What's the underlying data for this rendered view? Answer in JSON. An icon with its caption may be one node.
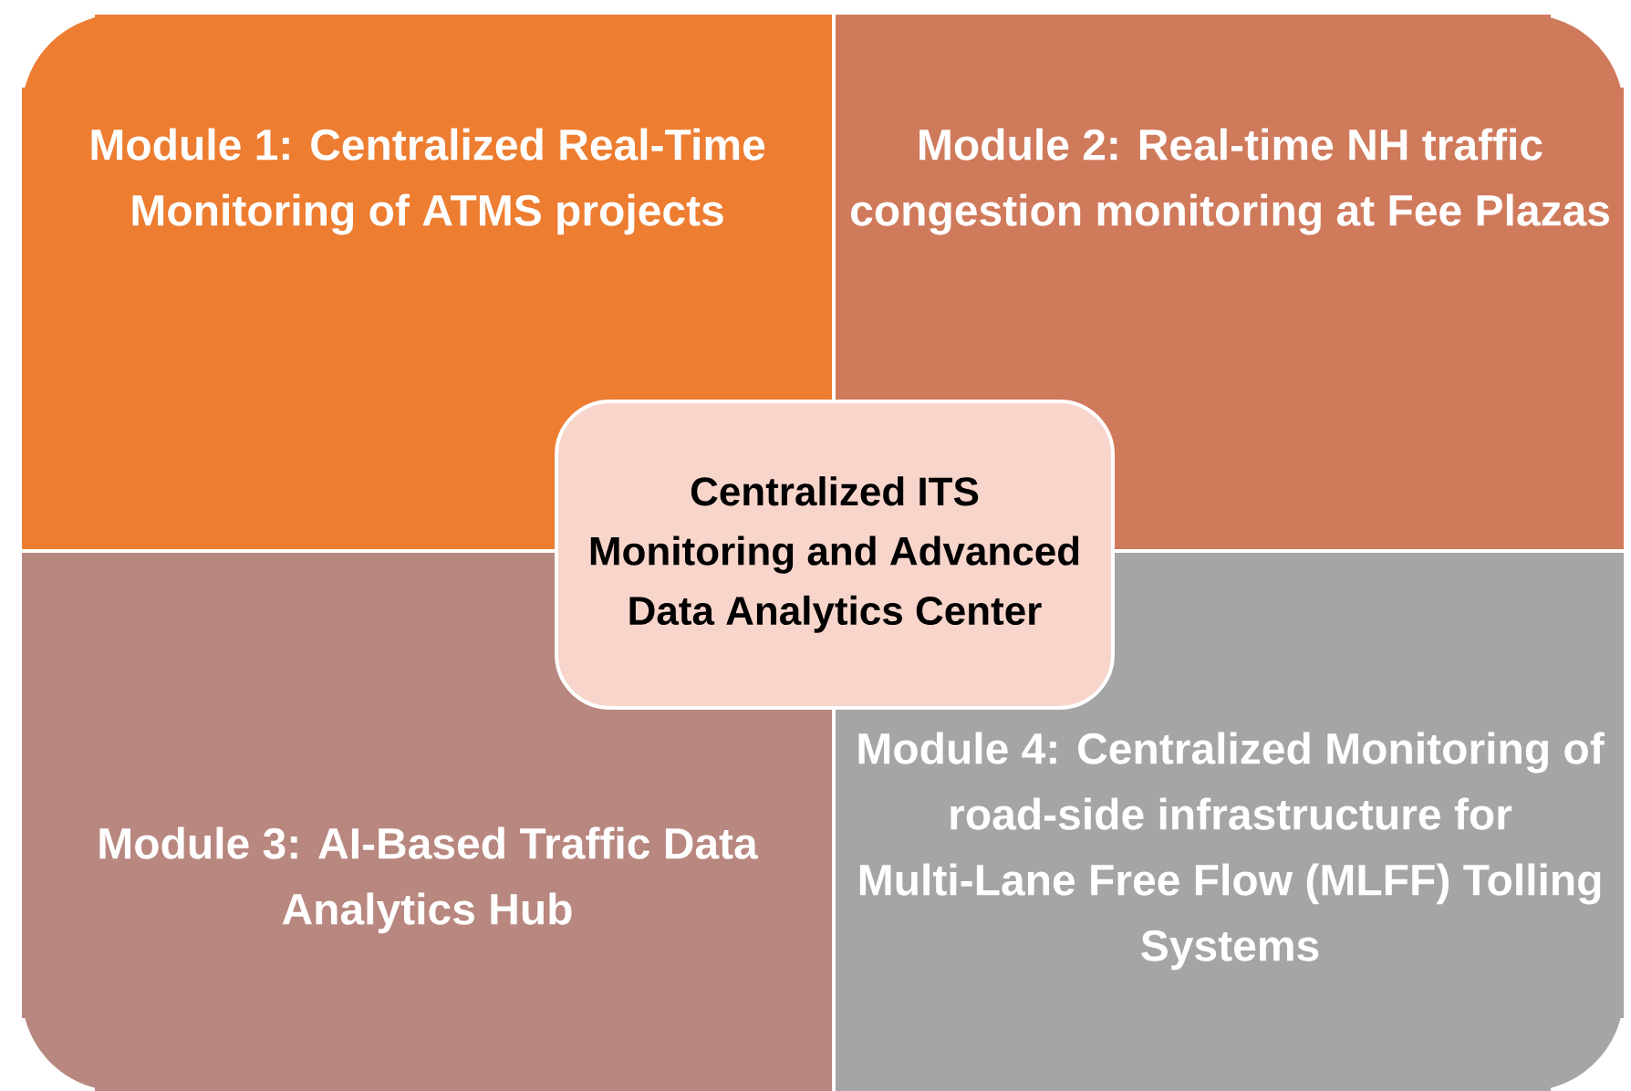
{
  "diagram": {
    "nodes": [
      {
        "text": [
          "Module 1: Centralized Real-Time Monitoring of ATMS projects"
        ]
      },
      {
        "text": [
          "Module 2: Real-time NH traffic congestion monitoring at Fee Plazas"
        ]
      },
      {
        "text": [
          "Centralized ITS Monitoring and Advanced Data Analytics Center"
        ]
      },
      {
        "text": [
          "Module 3: AI-Based Traffic Data Analytics Hub"
        ]
      },
      {
        "text": [
          "Module 4: Centralized Monitoring of road-side infrastructure for Multi-Lane Free Flow (MLFF) Tolling Systems"
        ]
      }
    ]
  }
}
